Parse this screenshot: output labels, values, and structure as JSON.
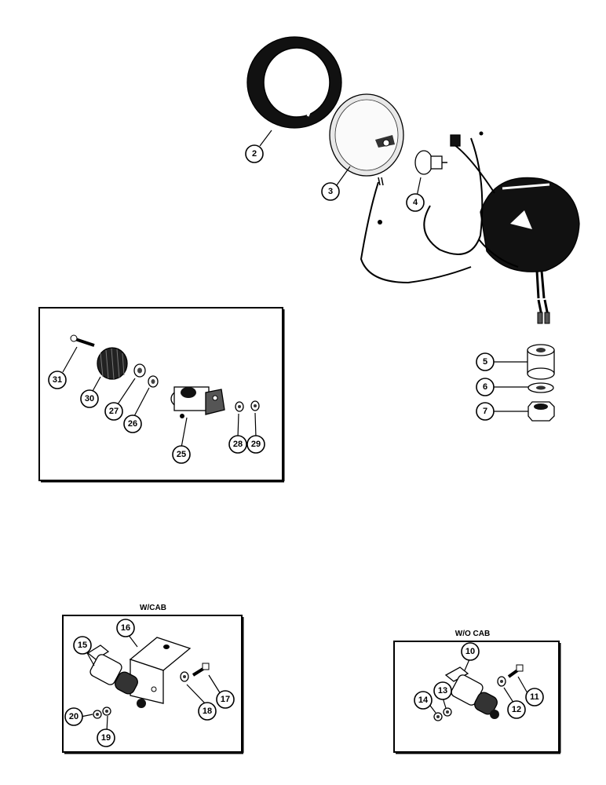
{
  "insets": {
    "with_cab": "W/CAB",
    "without_cab": "W/O CAB"
  },
  "callouts": {
    "c2": "2",
    "c3": "3",
    "c4": "4",
    "c5": "5",
    "c6": "6",
    "c7": "7",
    "c10": "10",
    "c11": "11",
    "c12": "12",
    "c13": "13",
    "c14": "14",
    "c15": "15",
    "c16": "16",
    "c17": "17",
    "c18": "18",
    "c19": "19",
    "c20": "20",
    "c25": "25",
    "c26": "26",
    "c27": "27",
    "c28": "28",
    "c29": "29",
    "c30": "30",
    "c31": "31"
  }
}
